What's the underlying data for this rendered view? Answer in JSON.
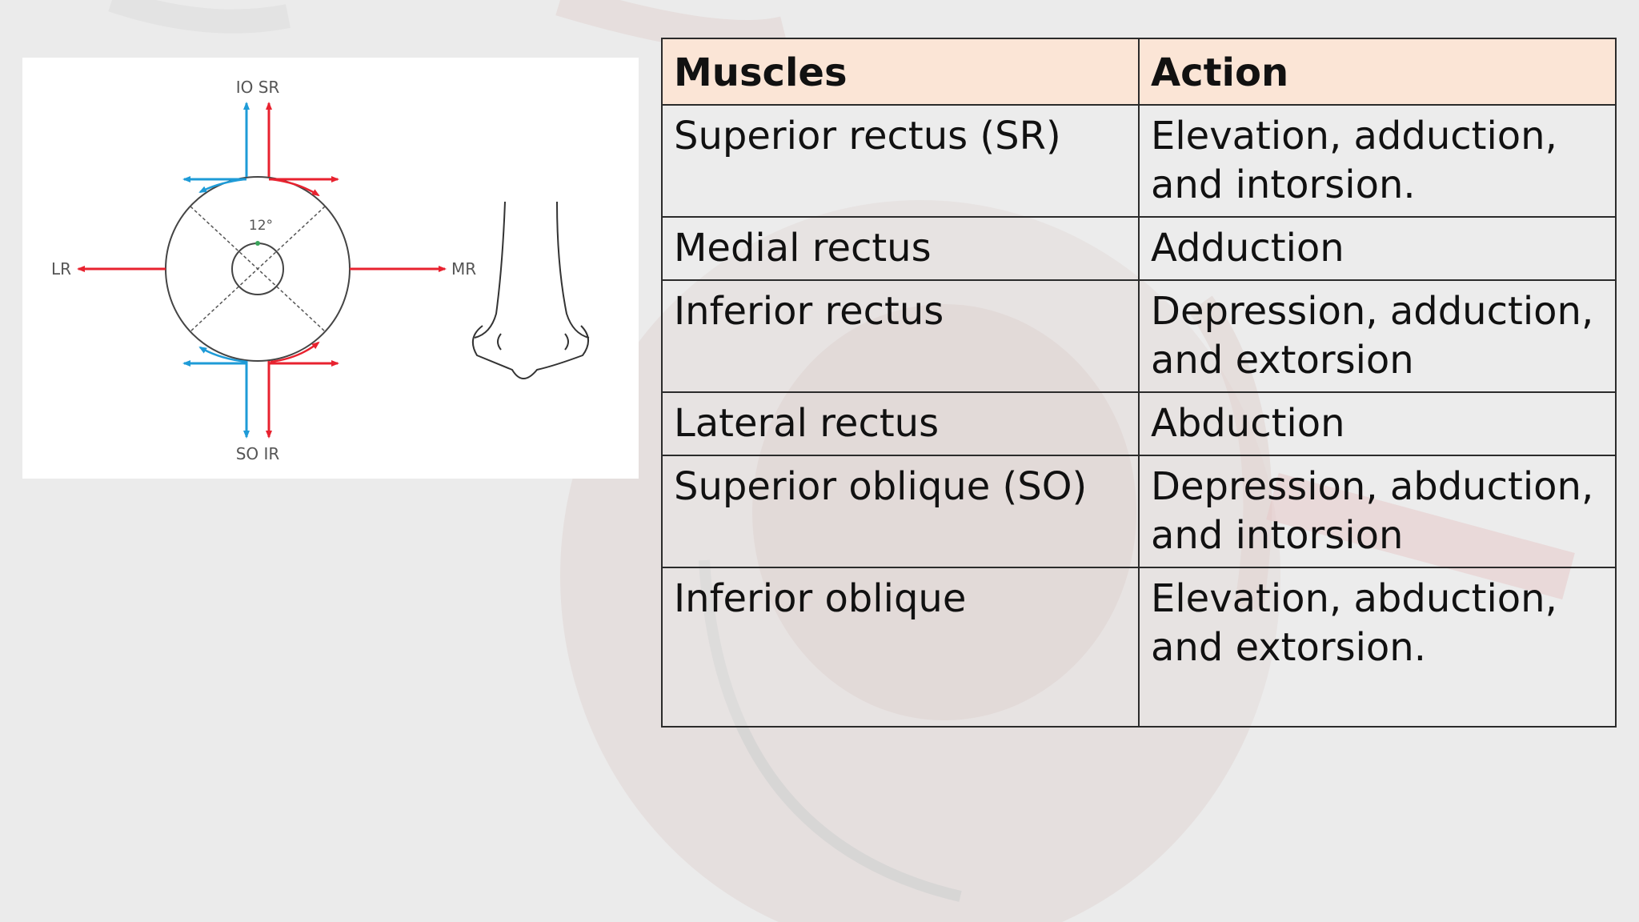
{
  "colors": {
    "background": "#ebebeb",
    "header_fill": "#fbe5d6",
    "red_arrow": "#e8222f",
    "blue_arrow": "#1e9bd7"
  },
  "diagram": {
    "label_top": "IO SR",
    "label_bottom": "SO IR",
    "label_left": "LR",
    "label_right": "MR",
    "angle_label": "12°",
    "nose_icon": "nose-icon"
  },
  "table": {
    "headers": [
      "Muscles",
      "Action"
    ],
    "rows": [
      {
        "muscle": "Superior rectus (SR)",
        "action": "Elevation, adduction, and intorsion."
      },
      {
        "muscle": "Medial rectus",
        "action": "Adduction"
      },
      {
        "muscle": "Inferior rectus",
        "action": "Depression, adduction, and extorsion"
      },
      {
        "muscle": "Lateral rectus",
        "action": "Abduction"
      },
      {
        "muscle": "Superior oblique (SO)",
        "action": "Depression, abduction, and intorsion"
      },
      {
        "muscle": "Inferior oblique",
        "action": "Elevation, abduction, and extorsion."
      }
    ]
  }
}
